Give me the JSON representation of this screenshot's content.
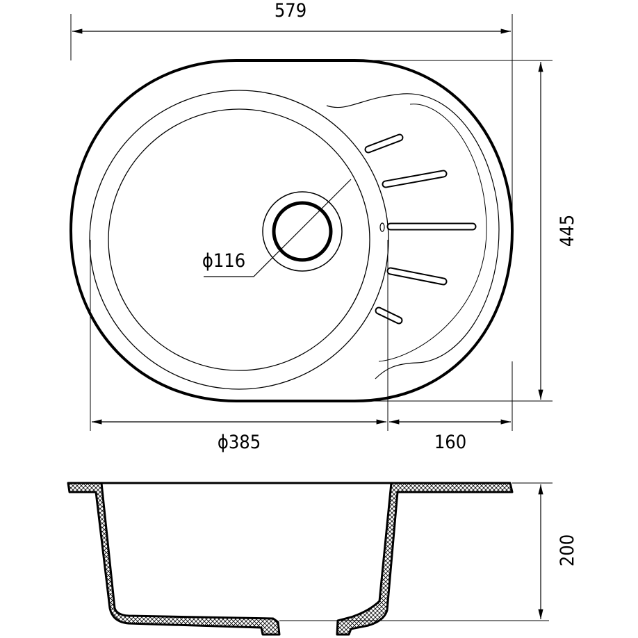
{
  "title": "Sink technical drawing",
  "dimensions": {
    "overall_width": "579",
    "overall_depth": "445",
    "bowl_diameter": "ϕ385",
    "drainboard_width": "160",
    "drain_diameter": "ϕ116",
    "bowl_height": "200"
  },
  "colors": {
    "line": "#000000",
    "background": "#ffffff"
  }
}
